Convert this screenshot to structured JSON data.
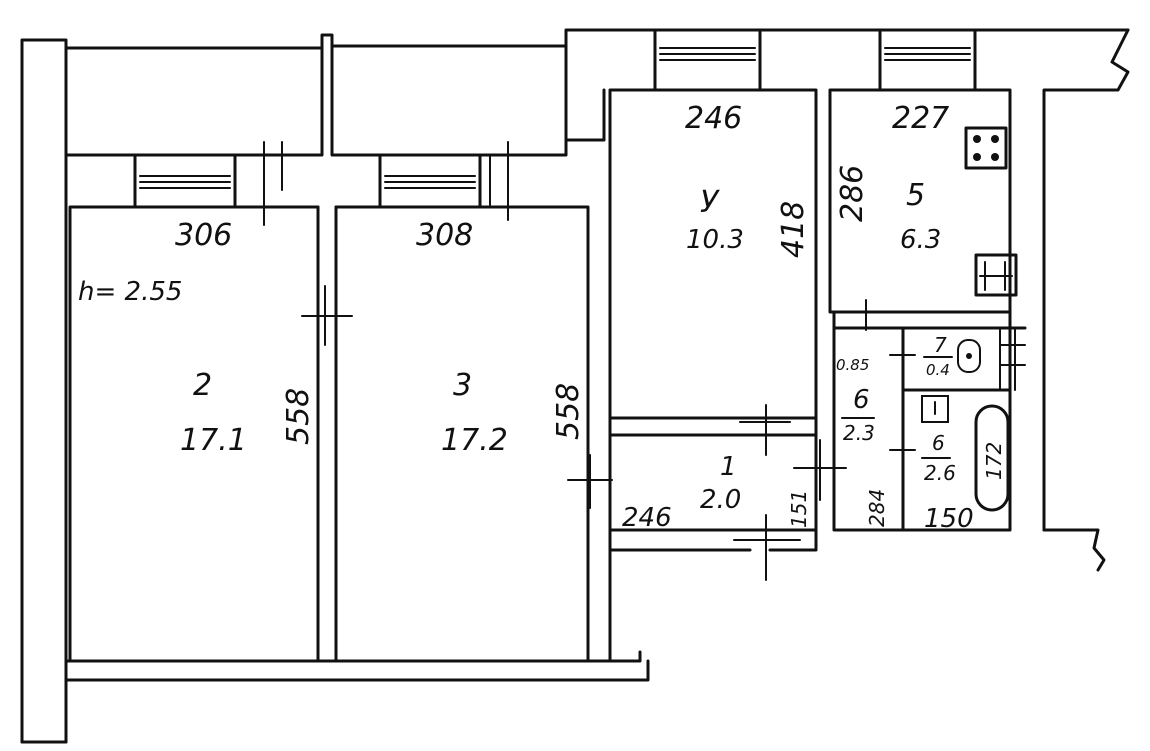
{
  "plan": {
    "ceiling_height": "h= 2.55",
    "rooms": [
      {
        "id": "2",
        "number": "2",
        "area": "17.1",
        "width": "306",
        "length": "558"
      },
      {
        "id": "3",
        "number": "3",
        "area": "17.2",
        "width": "308",
        "length": "558"
      },
      {
        "id": "4",
        "number": "У",
        "area": "10.3",
        "width": "246",
        "length": "418"
      },
      {
        "id": "5",
        "number": "5",
        "area": "6.3",
        "width": "227",
        "length": "286"
      },
      {
        "id": "1",
        "number": "1",
        "area": "2.0",
        "width": "246",
        "length": "151"
      },
      {
        "id": "6a",
        "number": "6",
        "area": "2.3",
        "width": "0.85",
        "length": "284"
      },
      {
        "id": "6b",
        "number": "6",
        "area": "2.6",
        "width": "150"
      },
      {
        "id": "7",
        "number": "7",
        "area": "0.4"
      }
    ],
    "bathtub_length": "172"
  }
}
